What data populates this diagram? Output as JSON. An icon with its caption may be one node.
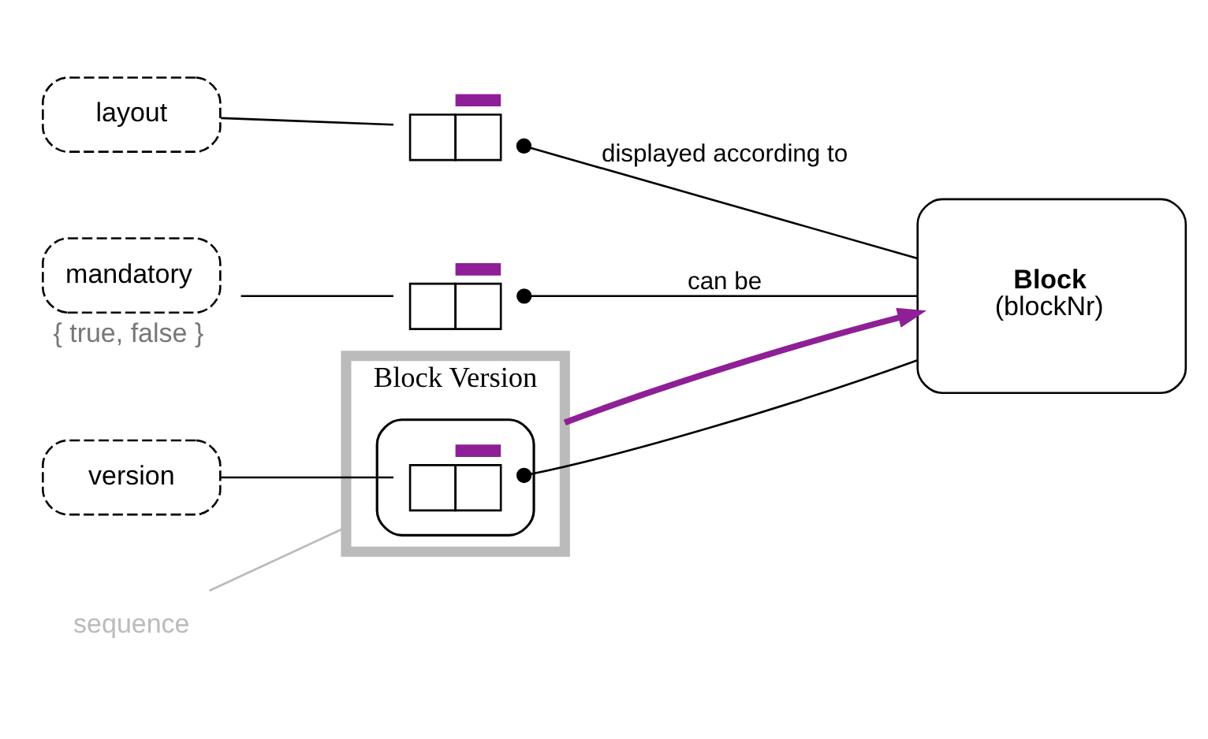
{
  "diagram": {
    "nodes": [
      {
        "text": [
          "Block Version"
        ]
      },
      {
        "text": [],
        "shape": "box",
        "in": 0
      },
      {
        "text": [],
        "shape": "box",
        "in": 1
      },
      {
        "text": [
          "version"
        ]
      },
      {
        "text": [
          "sequence"
        ]
      },
      {
        "text": [
          "layout"
        ]
      },
      {
        "text": [
          "mandatory"
        ],
        "beside": [
          "{ true, false }"
        ]
      },
      {
        "text": [],
        "shape": "box"
      },
      {
        "text": [],
        "shape": "box"
      },
      {
        "text": [
          "Block",
          "(blockNr)"
        ]
      }
    ],
    "edges": [
      {
        "from": 4,
        "to": 0,
        "arrow": "none",
        "color": "#bbbbbb"
      },
      {
        "from": 3,
        "to": 2,
        "arrow": "none"
      },
      {
        "from": 2,
        "to": 9,
        "arrow": "other"
      },
      {
        "from": 0,
        "to": 9,
        "arrow": "to",
        "style": "thick",
        "color": "#8e1f96"
      },
      {
        "from": 5,
        "to": 7,
        "arrow": "none"
      },
      {
        "from": 6,
        "to": 8,
        "arrow": "none"
      },
      {
        "from": 7,
        "to": 9,
        "arrow": "other",
        "label": "displayed according to"
      },
      {
        "from": 8,
        "to": 9,
        "arrow": "other",
        "label": "can be"
      }
    ]
  }
}
